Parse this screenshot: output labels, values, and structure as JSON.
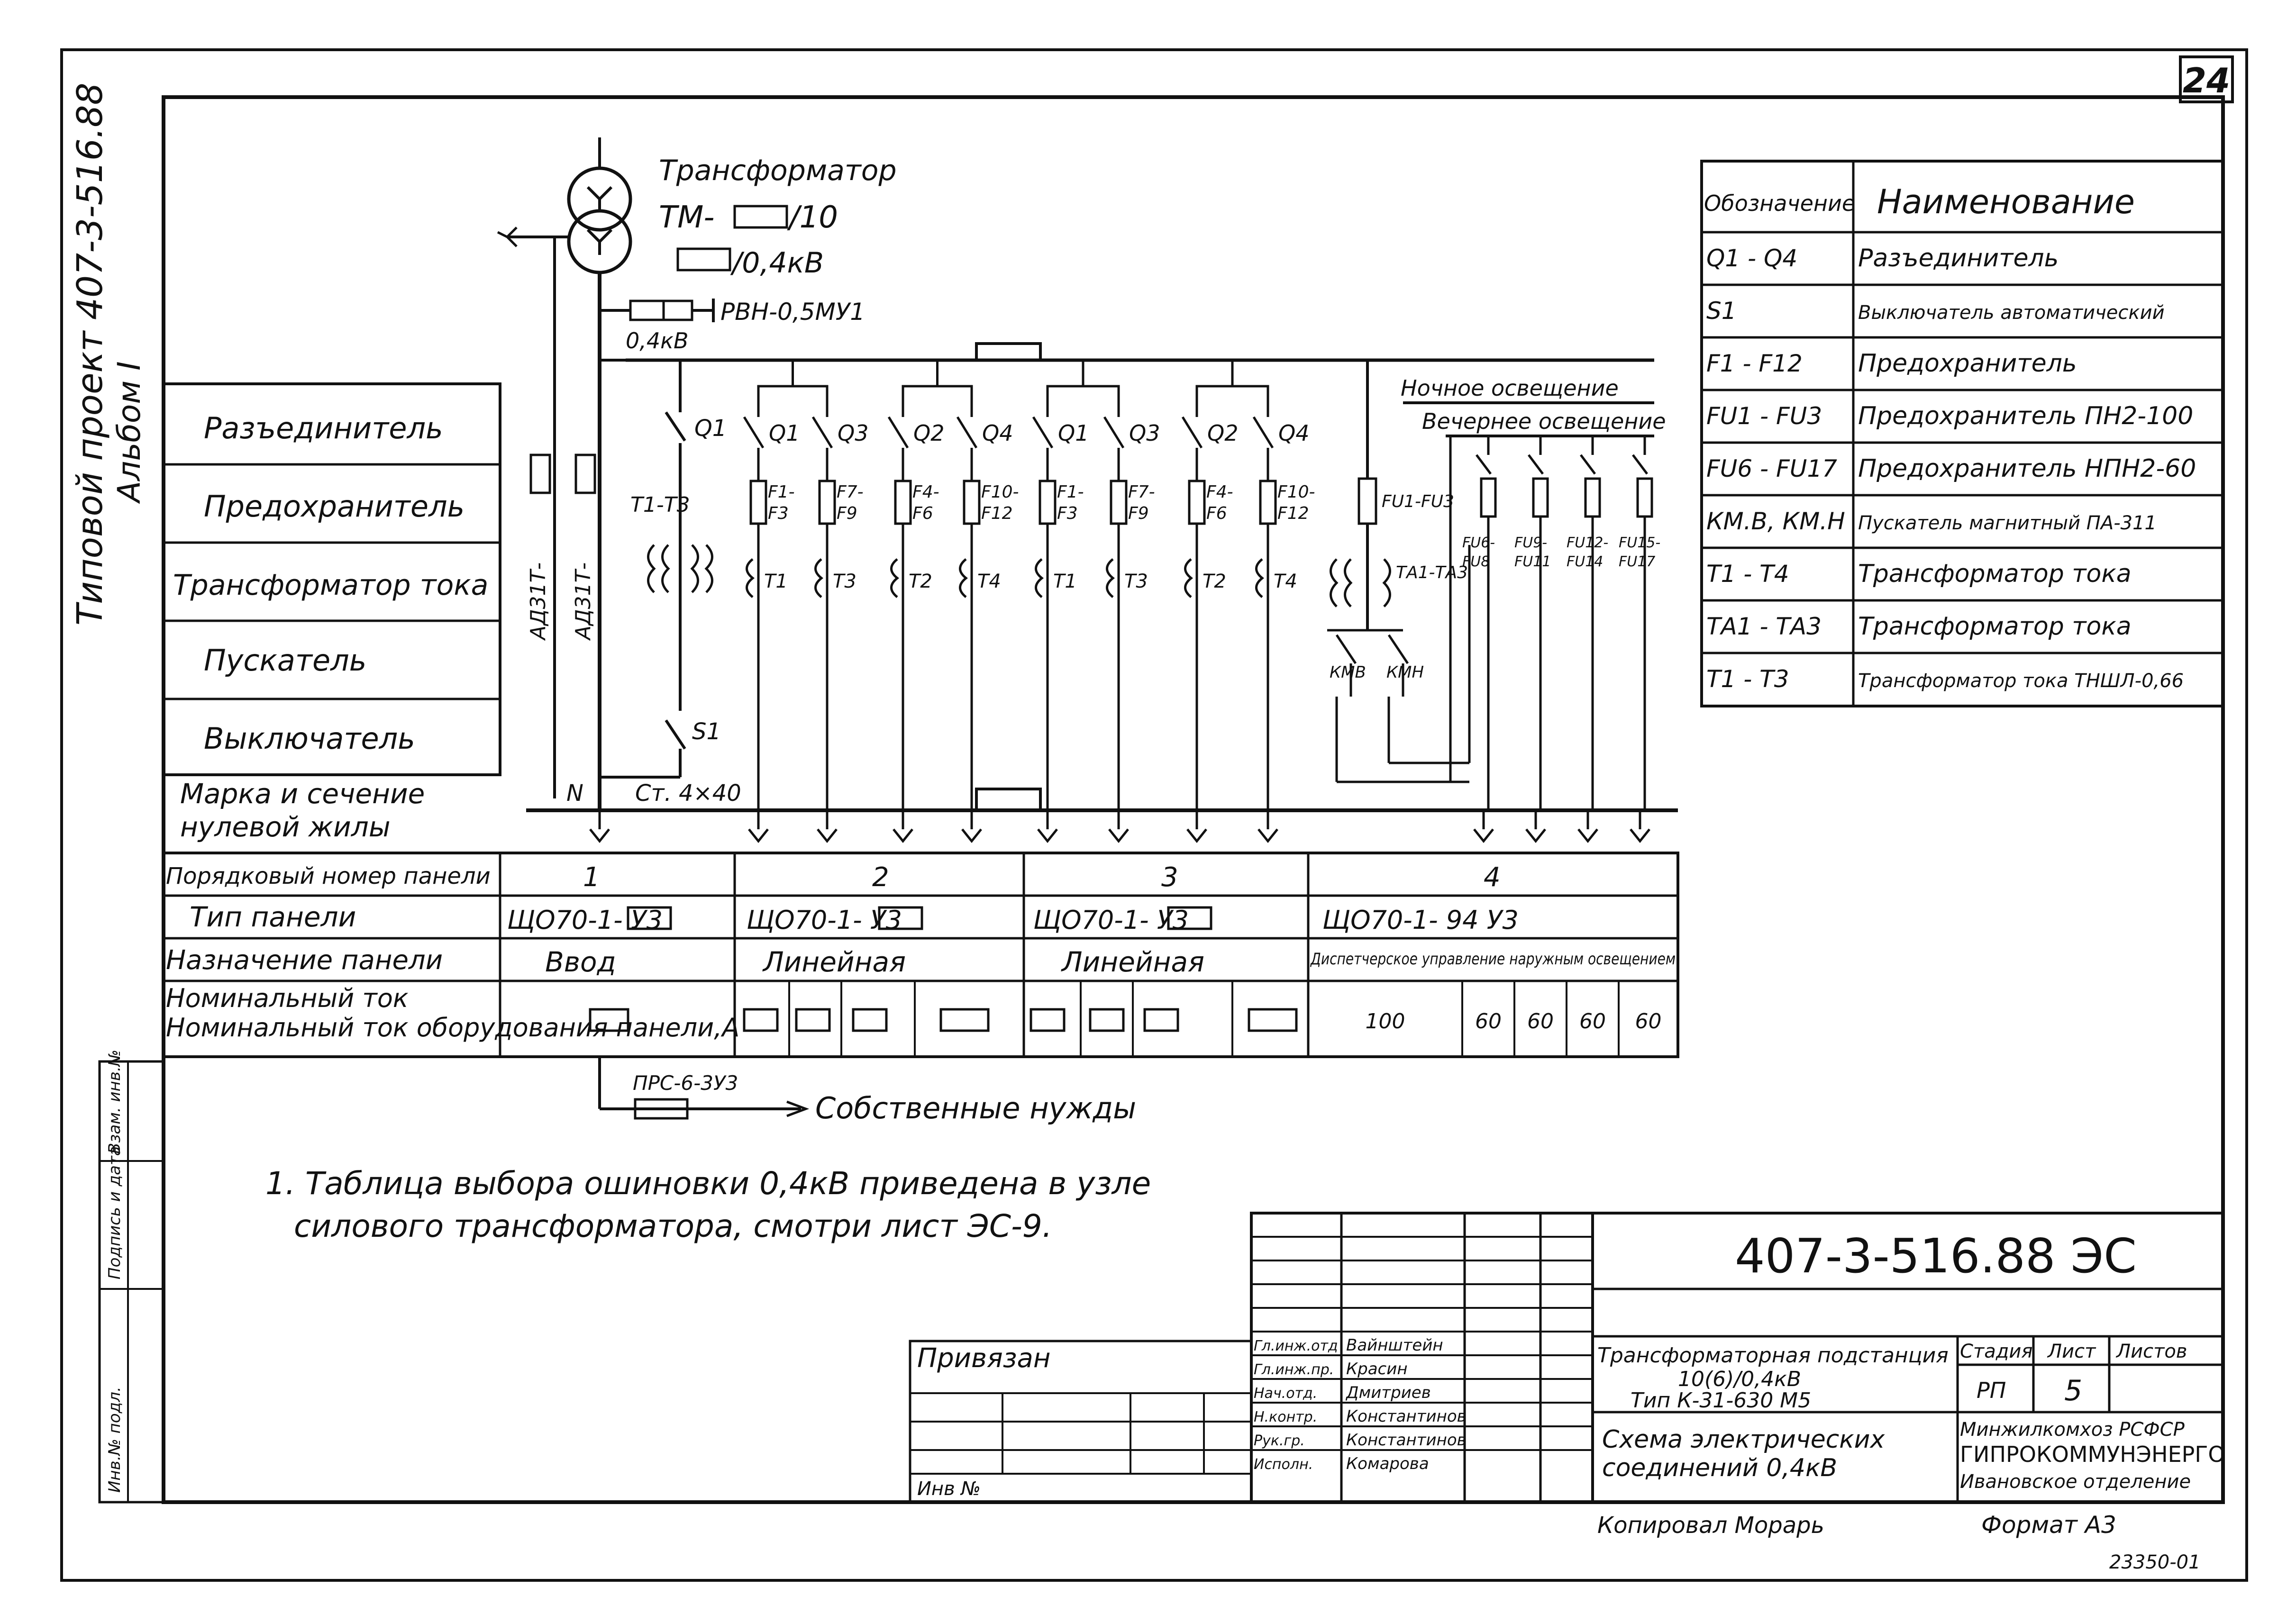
{
  "sheet_number": "24",
  "side_text": {
    "project": "Типовой проект 407-3-516.88",
    "album": "Альбом I"
  },
  "transformer": {
    "title": "Трансформатор",
    "model_prefix": "ТМ-",
    "model_suffix": "/10",
    "voltage_suffix": "/0,4кВ",
    "arrester": "РВН-0,5МУ1",
    "bus_voltage": "0,4кВ",
    "neutral": "N",
    "steel": "Ст. 4×40",
    "ct_label": "Т1-Т3",
    "breaker": "S1",
    "ad_left": "АД31Т-",
    "ad_right": "АД31Т-"
  },
  "row_labels": [
    "Разъединитель",
    "Предохранитель",
    "Трансформатор тока",
    "Пускатель",
    "Выключатель",
    "Марка и сечение нулевой жилы"
  ],
  "feeders": [
    {
      "q": "Q1",
      "f": "F1-F3",
      "t": "T1"
    },
    {
      "q": "Q3",
      "f": "F7-F9",
      "t": "T3"
    },
    {
      "q": "Q2",
      "f": "F4-F6",
      "t": "T2"
    },
    {
      "q": "Q4",
      "f": "F10-F12",
      "t": "T4"
    },
    {
      "q": "Q1",
      "f": "F1-F3",
      "t": "T1"
    },
    {
      "q": "Q3",
      "f": "F7-F9",
      "t": "T3"
    },
    {
      "q": "Q2",
      "f": "F4-F6",
      "t": "T2"
    },
    {
      "q": "Q4",
      "f": "F10-F12",
      "t": "T4"
    }
  ],
  "input_q": "Q1",
  "lighting": {
    "night": "Ночное освещение",
    "evening": "Вечернее освещение",
    "fu_main": "FU1-FU3",
    "ta": "ТА1-ТА3",
    "kmv": "КМВ",
    "kmn": "КМН",
    "fu_groups": [
      "FU6-FU8",
      "FU9-FU11",
      "FU12-FU14",
      "FU15-FU17"
    ]
  },
  "panel_table": {
    "row_headers": [
      "Порядковый номер панели",
      "Тип панели",
      "Назначение панели",
      "Номинальный ток оборудования панели,А"
    ],
    "panels": [
      {
        "number": "1",
        "type": "ЩО70-1-   У3",
        "purpose": "Ввод"
      },
      {
        "number": "2",
        "type": "ЩО70-1-   У3",
        "purpose": "Линейная"
      },
      {
        "number": "3",
        "type": "ЩО70-1-   У3",
        "purpose": "Линейная"
      },
      {
        "number": "4",
        "type": "ЩО70-1- 94 У3",
        "purpose": "Диспетчерское управление наружным освещением"
      }
    ],
    "currents_panel4": [
      "100",
      "60",
      "60",
      "60",
      "60"
    ]
  },
  "aux": {
    "fuse": "ПРС-6-3У3",
    "label": "Собственные нужды"
  },
  "note": {
    "line1": "1. Таблица выбора ошиновки 0,4кВ приведена в узле",
    "line2": "силового трансформатора, смотри лист ЭС-9."
  },
  "legend": {
    "headers": [
      "Обозначение",
      "Наименование"
    ],
    "rows": [
      [
        "Q1 - Q4",
        "Разъединитель"
      ],
      [
        "S1",
        "Выключатель автоматический"
      ],
      [
        "F1 - F12",
        "Предохранитель"
      ],
      [
        "FU1 - FU3",
        "Предохранитель ПН2-100"
      ],
      [
        "FU6 - FU17",
        "Предохранитель НПН2-60"
      ],
      [
        "КМ.В, КМ.Н",
        "Пускатель магнитный ПА-311"
      ],
      [
        "Т1 - Т4",
        "Трансформатор тока"
      ],
      [
        "ТА1 - ТА3",
        "Трансформатор тока"
      ],
      [
        "Т1 - Т3",
        "Трансформатор тока ТНШЛ-0,66"
      ]
    ]
  },
  "title_block": {
    "code": "407-3-516.88 ЭС",
    "bound": "Привязан",
    "inv": "Инв №",
    "staff": [
      [
        "Гл.инж.отд",
        "Вайнштейн"
      ],
      [
        "Гл.инж.пр.",
        "Красин"
      ],
      [
        "Нач.отд.",
        "Дмитриев"
      ],
      [
        "Н.контр.",
        "Константинов"
      ],
      [
        "Рук.гр.",
        "Константинов"
      ],
      [
        "Исполн.",
        "Комарова"
      ]
    ],
    "object1": "Трансформаторная подстанция",
    "object2": "10(6)/0,4кВ",
    "object3": "Тип К-31-630 М5",
    "sheet_title1": "Схема электрических",
    "sheet_title2": "соединений 0,4кВ",
    "stage_h": "Стадия",
    "list_h": "Лист",
    "lists_h": "Листов",
    "stage": "РП",
    "list": "5",
    "org1": "Минжилкомхоз РСФСР",
    "org2": "ГИПРОКОММУНЭНЕРГО",
    "org3": "Ивановское отделение",
    "copied": "Копировал Морарь",
    "format": "Формат А3",
    "stamp_num": "23350-01"
  },
  "margin_stamps": [
    "Инв.№ подл.",
    "Подпись и дата",
    "Взам. инв.№"
  ]
}
